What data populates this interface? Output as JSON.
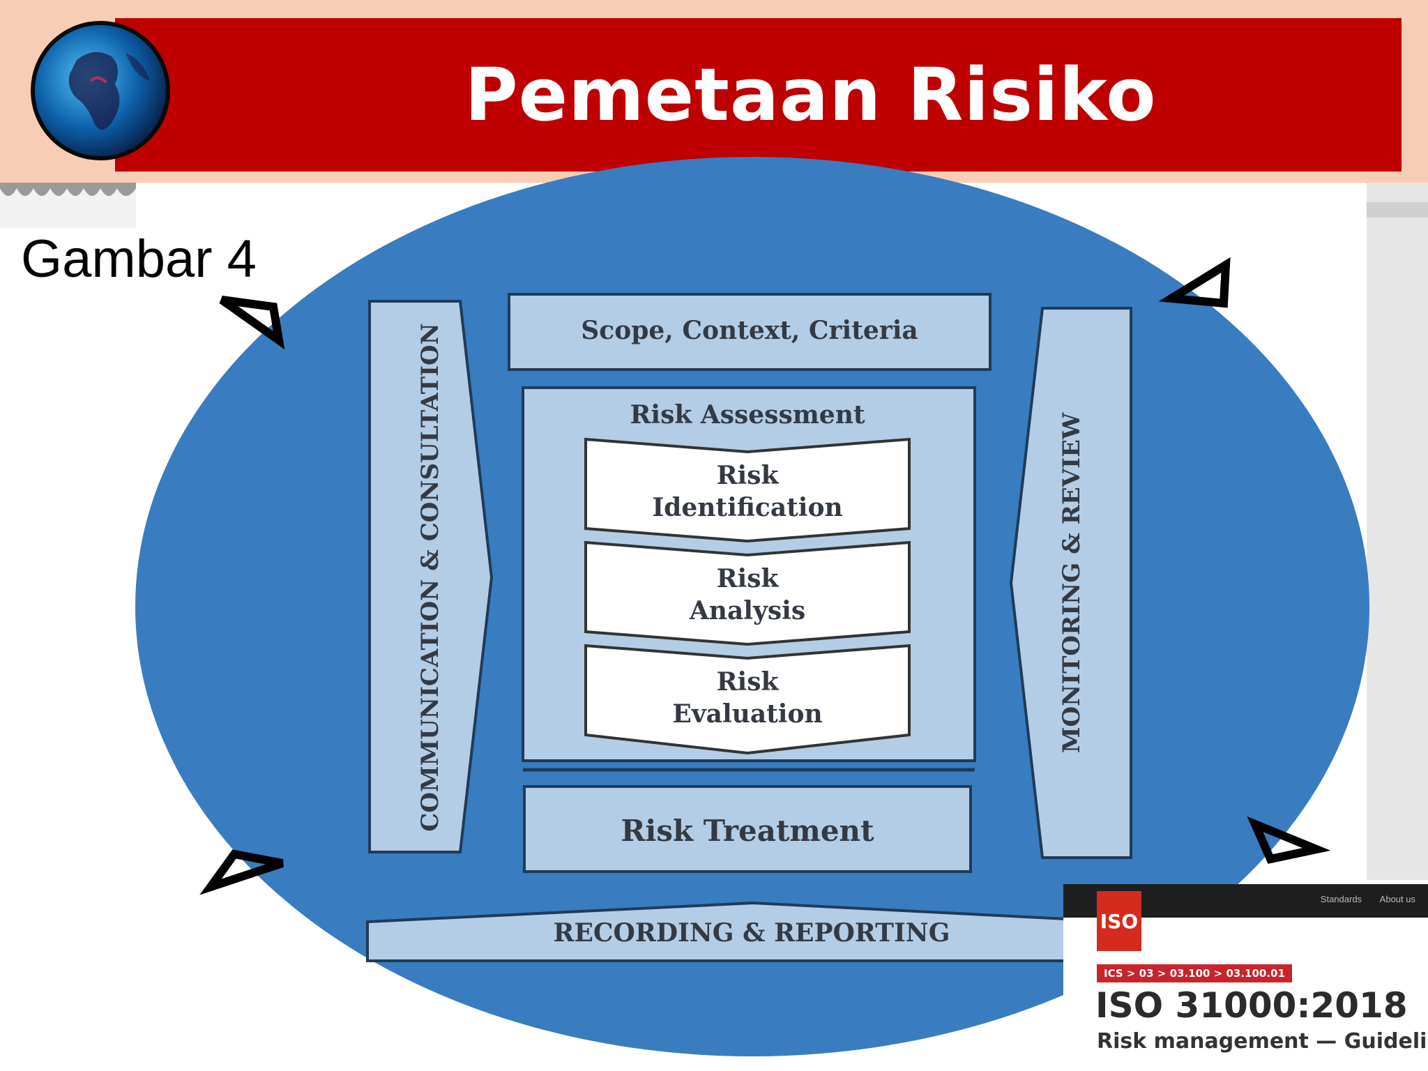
{
  "slide": {
    "title": "Pemetaan Risiko",
    "figure_label": "Gambar 4"
  },
  "diagram": {
    "scope": "Scope, Context, Criteria",
    "assessment_title": "Risk Assessment",
    "steps": [
      {
        "line1": "Risk",
        "line2": "Identification"
      },
      {
        "line1": "Risk",
        "line2": "Analysis"
      },
      {
        "line1": "Risk",
        "line2": "Evaluation"
      }
    ],
    "treatment": "Risk Treatment",
    "left_band": "COMMUNICATION & CONSULTATION",
    "right_band": "MONITORING & REVIEW",
    "bottom_band": "RECORDING & REPORTING"
  },
  "iso_card": {
    "nav": [
      "Standards",
      "About us"
    ],
    "logo_text": "ISO",
    "ics": "ICS > 03 > 03.100 > 03.100.01",
    "code": "ISO 31000:2018",
    "subtitle": "Risk management — Guidelines"
  },
  "colors": {
    "title_bar": "#be0000",
    "top_band": "#f8cdb6",
    "ellipse": "#3a7cc0",
    "panel": "#b4cde6"
  }
}
